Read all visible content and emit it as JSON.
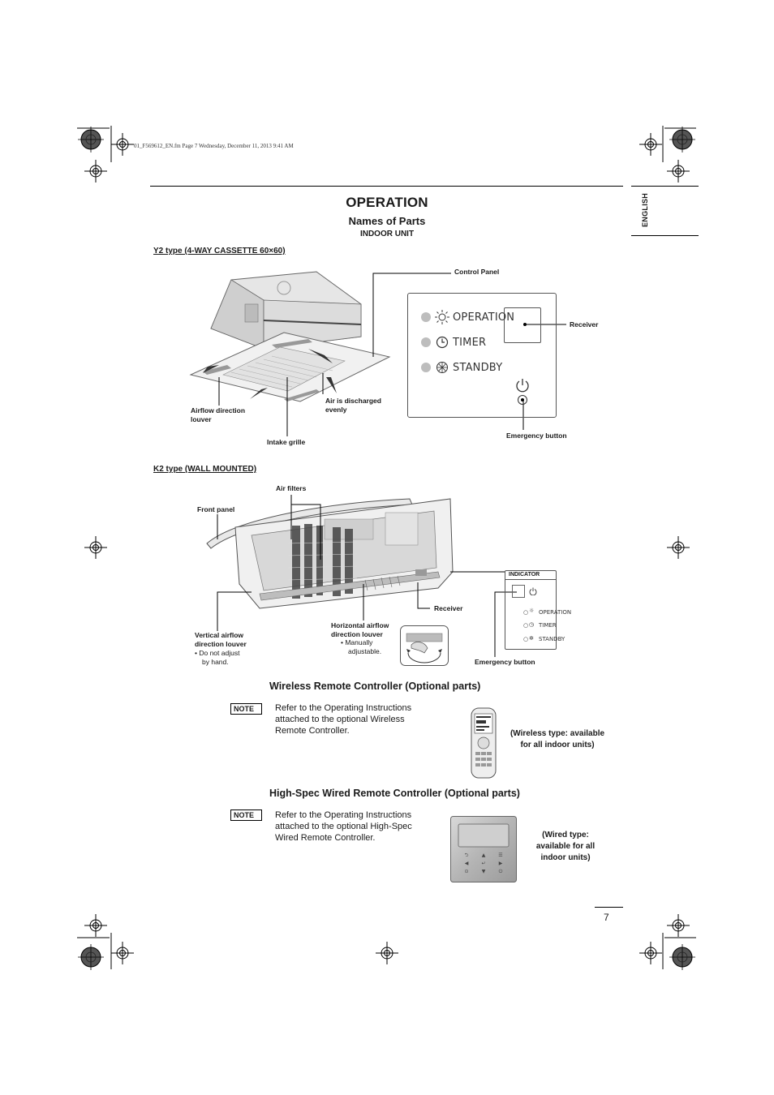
{
  "header": {
    "file_meta": "01_F569612_EN.fm  Page 7  Wednesday, December 11, 2013  9:41 AM",
    "side_tab": "ENGLISH"
  },
  "section": {
    "title": "OPERATION",
    "subtitle": "Names of Parts",
    "subsubtitle": "INDOOR UNIT"
  },
  "y2": {
    "heading": "Y2 type  (4-WAY CASSETTE 60×60)",
    "labels": {
      "control_panel": "Control Panel",
      "receiver": "Receiver",
      "airflow_louver": "Airflow direction louver",
      "air_discharged": "Air is discharged evenly",
      "intake_grille": "Intake grille",
      "emergency_button": "Emergency button"
    },
    "panel": {
      "operation": "OPERATION",
      "timer": "TIMER",
      "standby": "STANDBY"
    }
  },
  "k2": {
    "heading": "K2 type  (WALL MOUNTED)",
    "labels": {
      "air_filters": "Air filters",
      "front_panel": "Front panel",
      "receiver": "Receiver",
      "vertical_louver_1": "Vertical airflow",
      "vertical_louver_2": "direction louver",
      "vertical_note_1": "•  Do not adjust",
      "vertical_note_2": "by hand.",
      "horizontal_louver_1": "Horizontal airflow",
      "horizontal_louver_2": "direction louver",
      "horizontal_note_1": "•  Manually",
      "horizontal_note_2": "adjustable.",
      "emergency_button": "Emergency button"
    },
    "indicator": {
      "title": "INDICATOR",
      "operation": "OPERATION",
      "timer": "TIMER",
      "standby": "STANDBY"
    }
  },
  "wireless": {
    "heading": "Wireless Remote Controller (Optional parts)",
    "note_label": "NOTE",
    "note_lines": [
      "Refer to the Operating Instructions",
      "attached to the optional Wireless",
      "Remote Controller."
    ],
    "caption_lines": [
      "(Wireless type: available",
      "for all indoor units)"
    ]
  },
  "wired": {
    "heading": "High-Spec Wired Remote Controller (Optional parts)",
    "note_label": "NOTE",
    "note_lines": [
      "Refer to the Operating Instructions",
      "attached to the optional High-Spec",
      "Wired Remote Controller."
    ],
    "caption_lines": [
      "(Wired type:",
      "available for all",
      "indoor units)"
    ]
  },
  "footer": {
    "page_number": "7"
  }
}
